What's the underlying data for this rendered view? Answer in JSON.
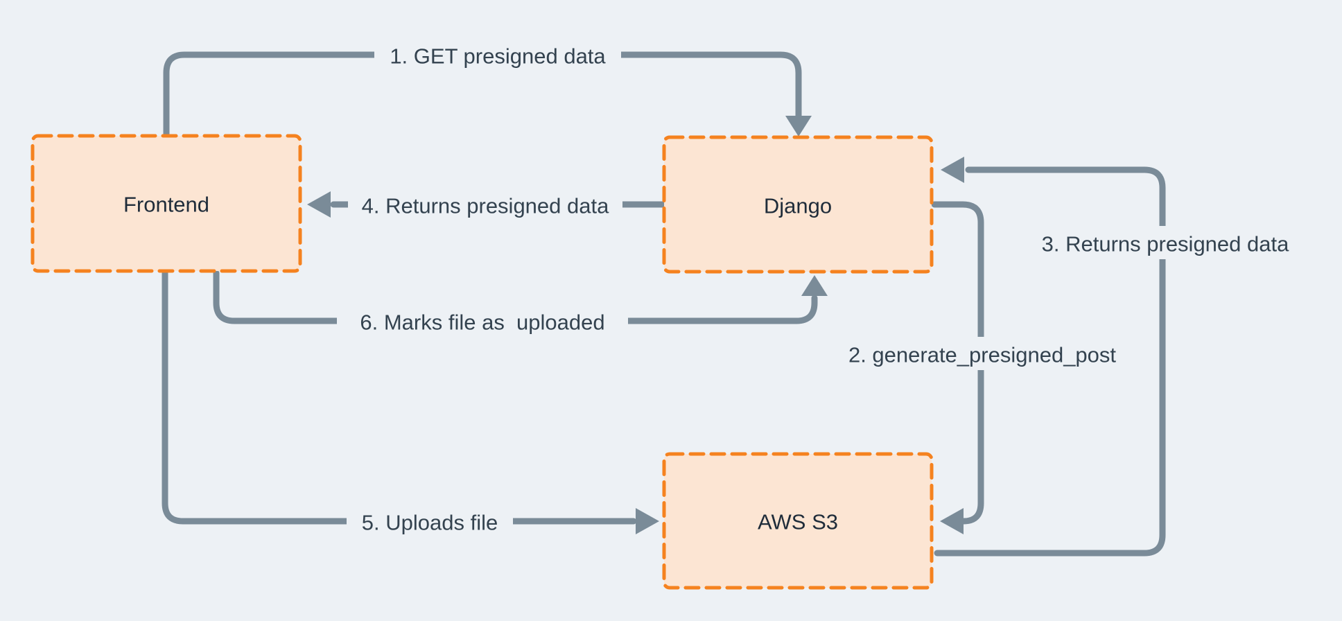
{
  "colors": {
    "background": "#EDF1F5",
    "node_fill": "#FCE5D3",
    "node_border": "#F5821F",
    "arrow": "#7A8B98",
    "edge_label_text": "#33424F",
    "node_label_text": "#1F2C3A"
  },
  "nodes": [
    {
      "id": "frontend",
      "label": "Frontend"
    },
    {
      "id": "django",
      "label": "Django"
    },
    {
      "id": "aws-s3",
      "label": "AWS S3"
    }
  ],
  "edges": [
    {
      "step": 1,
      "label": "1. GET presigned data",
      "from": "Frontend",
      "to": "Django"
    },
    {
      "step": 2,
      "label": "2. generate_presigned_post",
      "from": "Django",
      "to": "AWS S3"
    },
    {
      "step": 3,
      "label": "3. Returns presigned data",
      "from": "AWS S3",
      "to": "Django"
    },
    {
      "step": 4,
      "label": "4. Returns presigned data",
      "from": "Django",
      "to": "Frontend"
    },
    {
      "step": 5,
      "label": "5. Uploads file",
      "from": "Frontend",
      "to": "AWS S3"
    },
    {
      "step": 6,
      "label": "6. Marks file as  uploaded",
      "from": "Frontend",
      "to": "Django"
    }
  ]
}
